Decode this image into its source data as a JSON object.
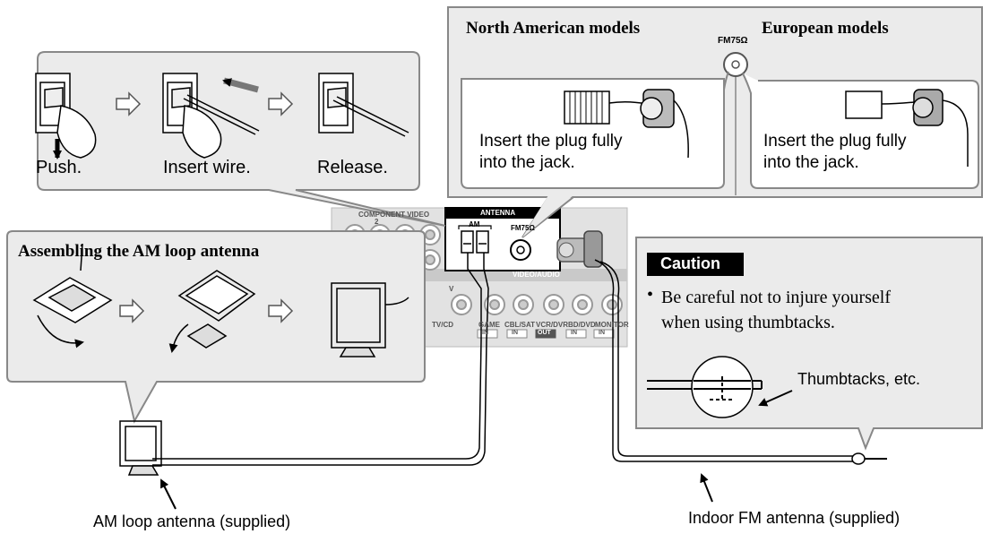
{
  "wire_steps": {
    "push": "Push.",
    "insert": "Insert wire.",
    "release": "Release."
  },
  "fm_plug": {
    "north_america_title": "North American models",
    "europe_title": "European models",
    "jack_label": "FM75Ω",
    "na_instruction_line1": "Insert the plug fully",
    "na_instruction_line2": "into the jack.",
    "eu_instruction_line1": "Insert the plug fully",
    "eu_instruction_line2": "into the jack."
  },
  "am_assembly": {
    "title": "Assembling the AM loop antenna"
  },
  "receiver_panel": {
    "antenna_header": "ANTENNA",
    "am_label": "AM",
    "fm_label": "FM75Ω",
    "component_label": "COMPONENT VIDEO",
    "num_2": "2",
    "video_audio_label": "VIDEO/AUDIO",
    "v_label": "V",
    "jacks": [
      "TV/CD",
      "GAME",
      "CBL/SAT",
      "VCR/DVR",
      "BD/DVD",
      "MONITOR"
    ],
    "in_tag": "IN",
    "out_tag": "OUT"
  },
  "caution": {
    "badge": "Caution",
    "bullet": "•",
    "line1": "Be careful not to injure yourself",
    "line2": "when using thumbtacks.",
    "thumbtack_label": "Thumbtacks, etc."
  },
  "captions": {
    "am_antenna": "AM loop antenna (supplied)",
    "fm_antenna": "Indoor FM antenna (supplied)"
  }
}
